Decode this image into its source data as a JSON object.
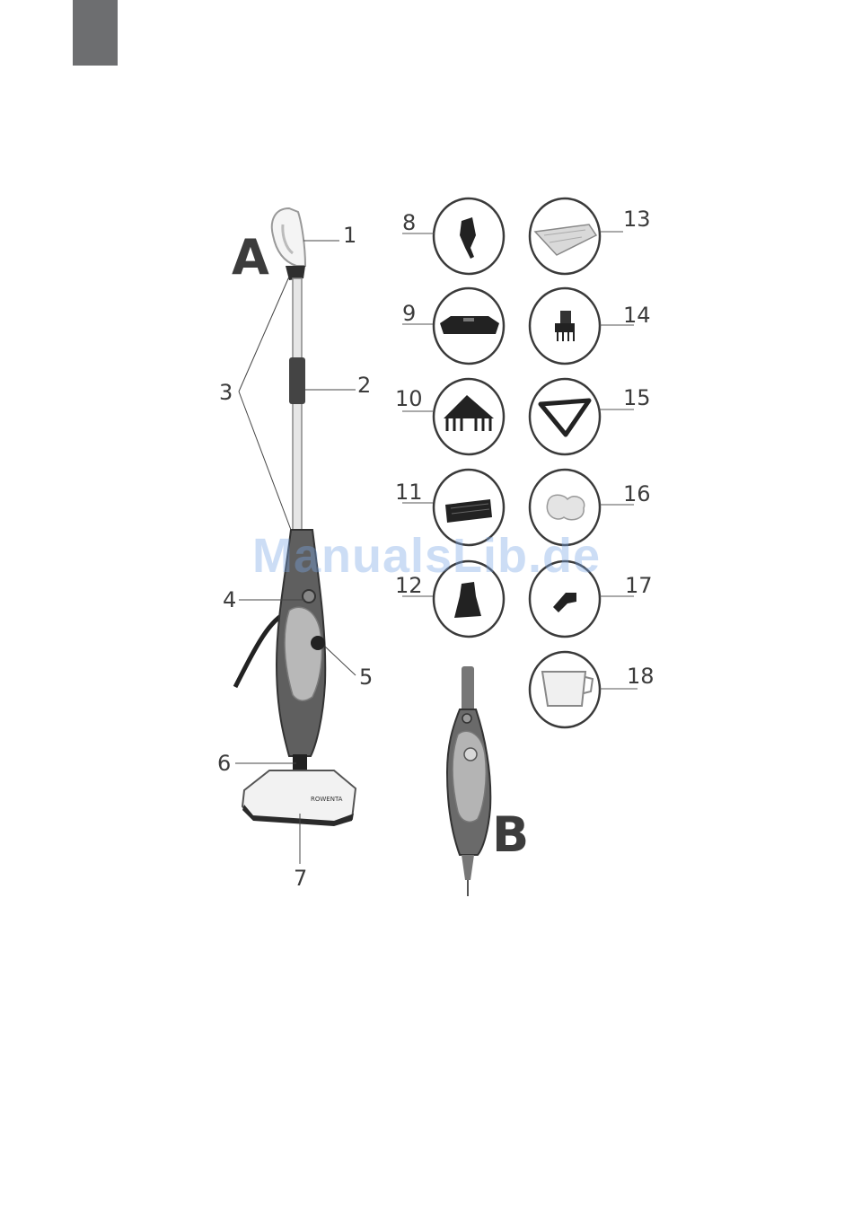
{
  "figure": {
    "label_a": "A",
    "label_b": "B",
    "callouts_main": [
      "1",
      "2",
      "3",
      "4",
      "5",
      "6",
      "7"
    ],
    "accessories": [
      {
        "num": "8",
        "icon": "nozzle-icon"
      },
      {
        "num": "9",
        "icon": "floor-head-icon"
      },
      {
        "num": "10",
        "icon": "triangle-brush-icon"
      },
      {
        "num": "11",
        "icon": "flat-brush-icon"
      },
      {
        "num": "12",
        "icon": "angled-nozzle-icon"
      },
      {
        "num": "13",
        "icon": "microfiber-pad-icon"
      },
      {
        "num": "14",
        "icon": "round-brush-icon"
      },
      {
        "num": "15",
        "icon": "carpet-glider-icon"
      },
      {
        "num": "16",
        "icon": "cloth-cover-icon"
      },
      {
        "num": "17",
        "icon": "elbow-nozzle-icon"
      },
      {
        "num": "18",
        "icon": "measuring-cup-icon"
      }
    ],
    "brand_on_base": "ROWENTA"
  },
  "watermark": "ManualsLib.de"
}
